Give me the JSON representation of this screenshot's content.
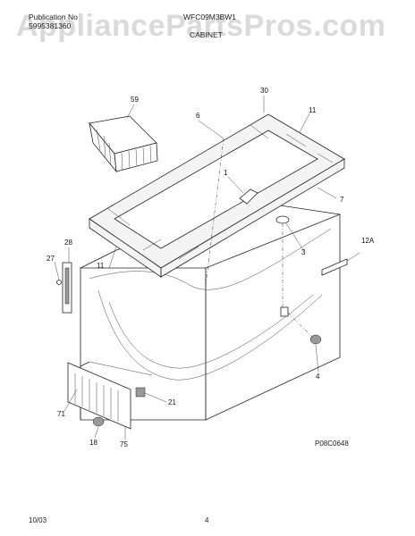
{
  "header": {
    "publication_label": "Publication No",
    "publication_number": "5995381360",
    "model": "WFC09M3BW1",
    "section": "CABINET"
  },
  "watermark": "AppliancePartsPros.com",
  "parts": [
    {
      "id": "59"
    },
    {
      "id": "30"
    },
    {
      "id": "6"
    },
    {
      "id": "11"
    },
    {
      "id": "1"
    },
    {
      "id": "7"
    },
    {
      "id": "28"
    },
    {
      "id": "3"
    },
    {
      "id": "12A"
    },
    {
      "id": "27"
    },
    {
      "id": "11b",
      "label": "11"
    },
    {
      "id": "4"
    },
    {
      "id": "21"
    },
    {
      "id": "71"
    },
    {
      "id": "18"
    },
    {
      "id": "75"
    }
  ],
  "labels": {
    "p59": "59",
    "p30": "30",
    "p6": "6",
    "p11": "11",
    "p1": "1",
    "p7": "7",
    "p28": "28",
    "p3": "3",
    "p12a": "12A",
    "p27": "27",
    "p11b": "11",
    "p4": "4",
    "p21": "21",
    "p71": "71",
    "p18": "18",
    "p75": "75"
  },
  "drawing_code": "P08C0648",
  "footer": {
    "date": "10/03",
    "page": "4"
  }
}
